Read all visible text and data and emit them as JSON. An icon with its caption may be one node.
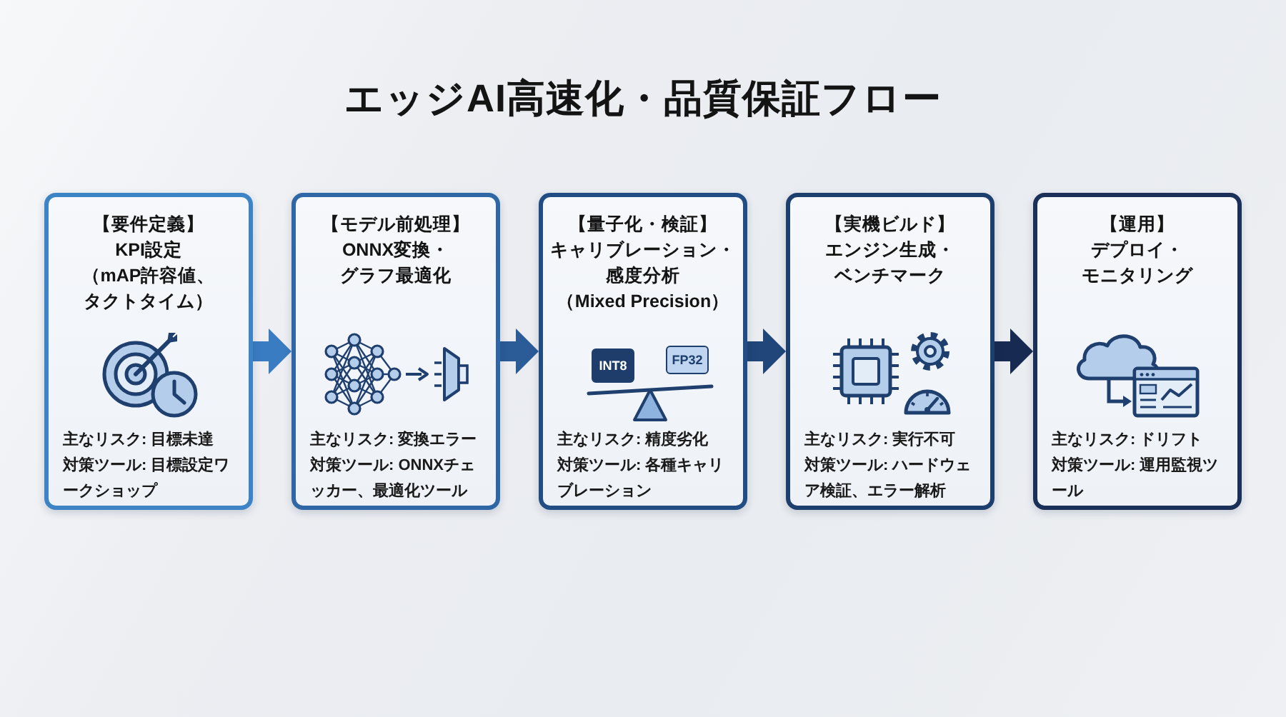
{
  "diagram": {
    "title": "エッジAI高速化・品質保証フロー",
    "nodes": [
      {
        "text": [
          "【要件定義】",
          "KPI設定",
          "（mAP許容値、タクトタイム）",
          "主なリスク: 目標未達",
          "対策ツール: 目標設定ワークショップ"
        ]
      },
      {
        "text": [
          "【モデル前処理】",
          "ONNX変換・グラフ最適化",
          "主なリスク: 変換エラー",
          "対策ツール: ONNXチェッカー、最適化ツール"
        ]
      },
      {
        "text": [
          "【量子化・検証】",
          "キャリブレーション・感度分析",
          "（Mixed Precision）",
          "主なリスク: 精度劣化",
          "対策ツール: 各種キャリブレーション"
        ]
      },
      {
        "text": [
          "INT8"
        ],
        "in": 2
      },
      {
        "text": [
          "FP32"
        ],
        "in": 2
      },
      {
        "text": [
          "【実機ビルド】",
          "エンジン生成・ベンチマーク",
          "主なリスク: 実行不可",
          "対策ツール: ハードウェア検証、エラー解析"
        ]
      },
      {
        "text": [
          "【運用】",
          "デプロイ・モニタリング",
          "主なリスク: ドリフト",
          "対策ツール: 運用監視ツール"
        ]
      }
    ],
    "edges": [
      {
        "from": 0,
        "to": 1,
        "arrow": "to",
        "color": "#3a7cc2"
      },
      {
        "from": 1,
        "to": 2,
        "arrow": "to",
        "color": "#2b5c98"
      },
      {
        "from": 2,
        "to": 5,
        "arrow": "to",
        "color": "#20467a"
      },
      {
        "from": 5,
        "to": 6,
        "arrow": "to",
        "color": "#172b52"
      }
    ]
  }
}
